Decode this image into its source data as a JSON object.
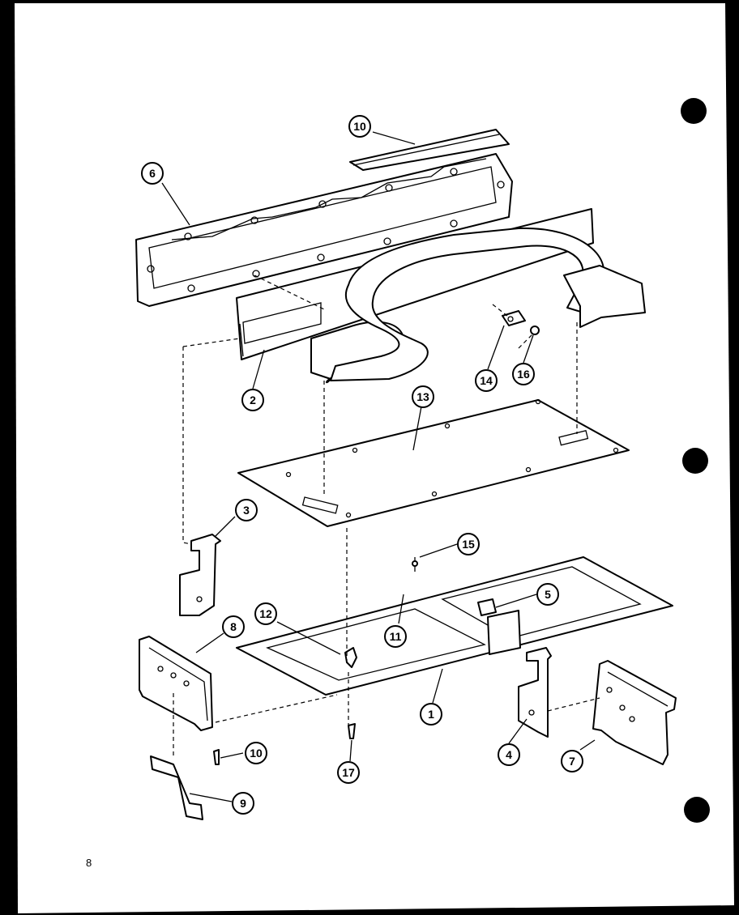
{
  "page_number": "8",
  "callouts": [
    {
      "id": "c1",
      "label": "1"
    },
    {
      "id": "c2",
      "label": "2"
    },
    {
      "id": "c3",
      "label": "3"
    },
    {
      "id": "c4",
      "label": "4"
    },
    {
      "id": "c5",
      "label": "5"
    },
    {
      "id": "c6",
      "label": "6"
    },
    {
      "id": "c7",
      "label": "7"
    },
    {
      "id": "c8",
      "label": "8"
    },
    {
      "id": "c9",
      "label": "9"
    },
    {
      "id": "c10a",
      "label": "10"
    },
    {
      "id": "c10b",
      "label": "10"
    },
    {
      "id": "c11",
      "label": "11"
    },
    {
      "id": "c12",
      "label": "12"
    },
    {
      "id": "c13",
      "label": "13"
    },
    {
      "id": "c14",
      "label": "14"
    },
    {
      "id": "c15",
      "label": "15"
    },
    {
      "id": "c16",
      "label": "16"
    },
    {
      "id": "c17",
      "label": "17"
    }
  ],
  "colors": {
    "paper": "#ffffff",
    "ink": "#000000",
    "scan_edge": "#000000"
  }
}
